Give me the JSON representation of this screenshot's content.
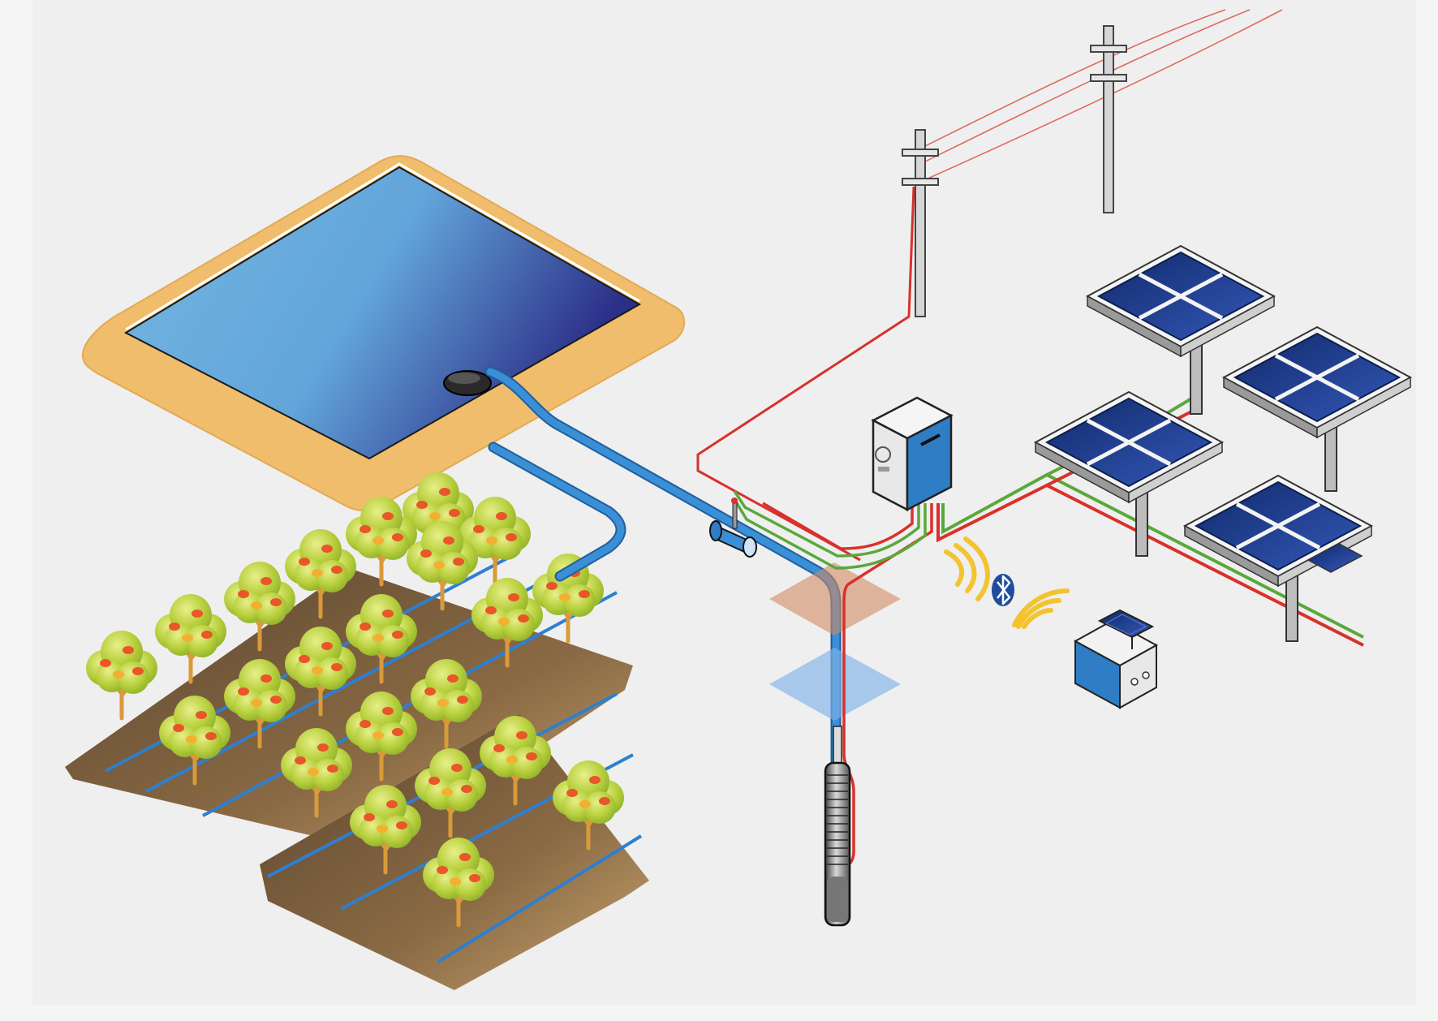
{
  "diagram": {
    "background": "#efefef",
    "colors": {
      "water": "#3a8fd6",
      "pipe_outline": "#1f5f9e",
      "power_red": "#d8312b",
      "power_green": "#5aa83c",
      "solar_panel": "#1c3f8a",
      "reservoir_bank": "#f0bd6c",
      "reservoir_water_light": "#74b6e0",
      "reservoir_water_dark": "#2c2f88",
      "orchard_soil": "#8a6a44",
      "tree_canopy": "#b7cf3c",
      "fruit": "#e8562a",
      "wireless_waves": "#f3c330",
      "controller_blue": "#2f7dc4"
    },
    "components": [
      {
        "name": "power-grid",
        "icon": "utility-pole-icon",
        "count": 2
      },
      {
        "name": "solar-array",
        "icon": "solar-panel-icon",
        "count": 4
      },
      {
        "name": "pump-controller",
        "icon": "inverter-box-icon"
      },
      {
        "name": "bluetooth-link",
        "icon": "bluetooth-icon"
      },
      {
        "name": "remote-sensor-unit",
        "icon": "solar-sensor-box-icon"
      },
      {
        "name": "flow-meter",
        "icon": "flow-meter-icon"
      },
      {
        "name": "submersible-pump",
        "icon": "borehole-pump-icon"
      },
      {
        "name": "reservoir",
        "icon": "water-tank-icon"
      },
      {
        "name": "float-switch",
        "icon": "float-switch-icon"
      },
      {
        "name": "orchard",
        "icon": "fruit-tree-icon",
        "count": 22
      }
    ]
  }
}
